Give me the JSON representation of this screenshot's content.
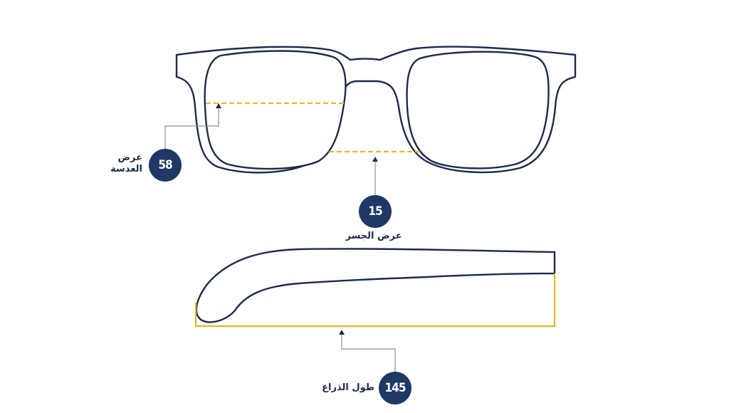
{
  "colors": {
    "frame": "#1a2b4d",
    "accent": "#f2b416",
    "badge": "#1f3866",
    "background": "#ffffff"
  },
  "measurements": {
    "lens_width": {
      "value": "58",
      "label_line1": "عرض",
      "label_line2": "العدسة"
    },
    "bridge_width": {
      "value": "15",
      "label": "عرض الجسر"
    },
    "arm_length": {
      "value": "145",
      "label": "طول الذراع"
    }
  }
}
